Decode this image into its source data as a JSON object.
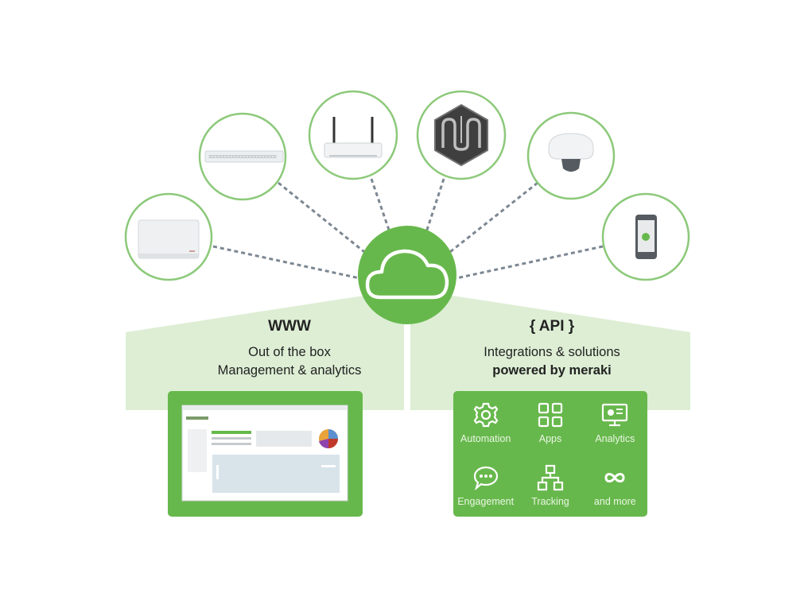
{
  "colors": {
    "brand_green": "#67b84c",
    "light_green": "#ddeed4",
    "circle_border": "#8cc97a",
    "dash": "#7c8792"
  },
  "devices": [
    {
      "name": "access-point",
      "icon": "wall-access-point-icon"
    },
    {
      "name": "switch",
      "icon": "network-switch-icon"
    },
    {
      "name": "router",
      "icon": "wireless-router-icon"
    },
    {
      "name": "meraki-systems-manager",
      "icon": "hexagon-m-logo-icon"
    },
    {
      "name": "camera",
      "icon": "dome-camera-icon"
    },
    {
      "name": "mobile",
      "icon": "smartphone-icon"
    }
  ],
  "left_panel": {
    "title": "WWW",
    "line1": "Out of the box",
    "line2": "Management & analytics"
  },
  "right_panel": {
    "title": "{ API }",
    "line1": "Integrations & solutions",
    "line2": "powered by meraki",
    "tiles": [
      {
        "label": "Automation",
        "icon": "gear-icon"
      },
      {
        "label": "Apps",
        "icon": "apps-grid-icon"
      },
      {
        "label": "Analytics",
        "icon": "analytics-monitor-icon"
      },
      {
        "label": "Engagement",
        "icon": "chat-bubble-icon"
      },
      {
        "label": "Tracking",
        "icon": "network-hierarchy-icon"
      },
      {
        "label": "and more",
        "icon": "infinity-icon"
      }
    ]
  }
}
